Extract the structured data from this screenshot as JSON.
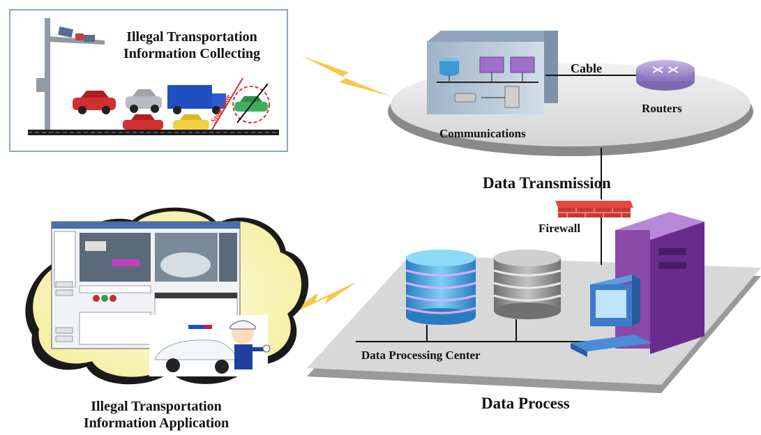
{
  "collecting_panel": {
    "title_line1": "Illegal Transportation",
    "title_line2": "Information Collecting",
    "stop_line_text": "Stop Line"
  },
  "communications": {
    "cable_label": "Cable",
    "routers_label": "Routers",
    "communications_label": "Communications"
  },
  "data_transmission_label": "Data Transmission",
  "firewall_label": "Firewall",
  "data_process": {
    "center_label": "Data Processing Center",
    "section_label": "Data Process"
  },
  "application": {
    "title_line1": "Illegal Transportation",
    "title_line2": "Information Application"
  },
  "colors": {
    "panel_border": "#8aa4cc",
    "lightning": "#f6c84a",
    "cloud": "#fbf6c0",
    "db_blue": "#4aa8dc",
    "db_gray": "#9a9a9a",
    "server_purple": "#8a4aa8",
    "monitor_blue": "#3a7cc8",
    "platform": "#d8d8d8",
    "firewall_red": "#c83a32"
  }
}
